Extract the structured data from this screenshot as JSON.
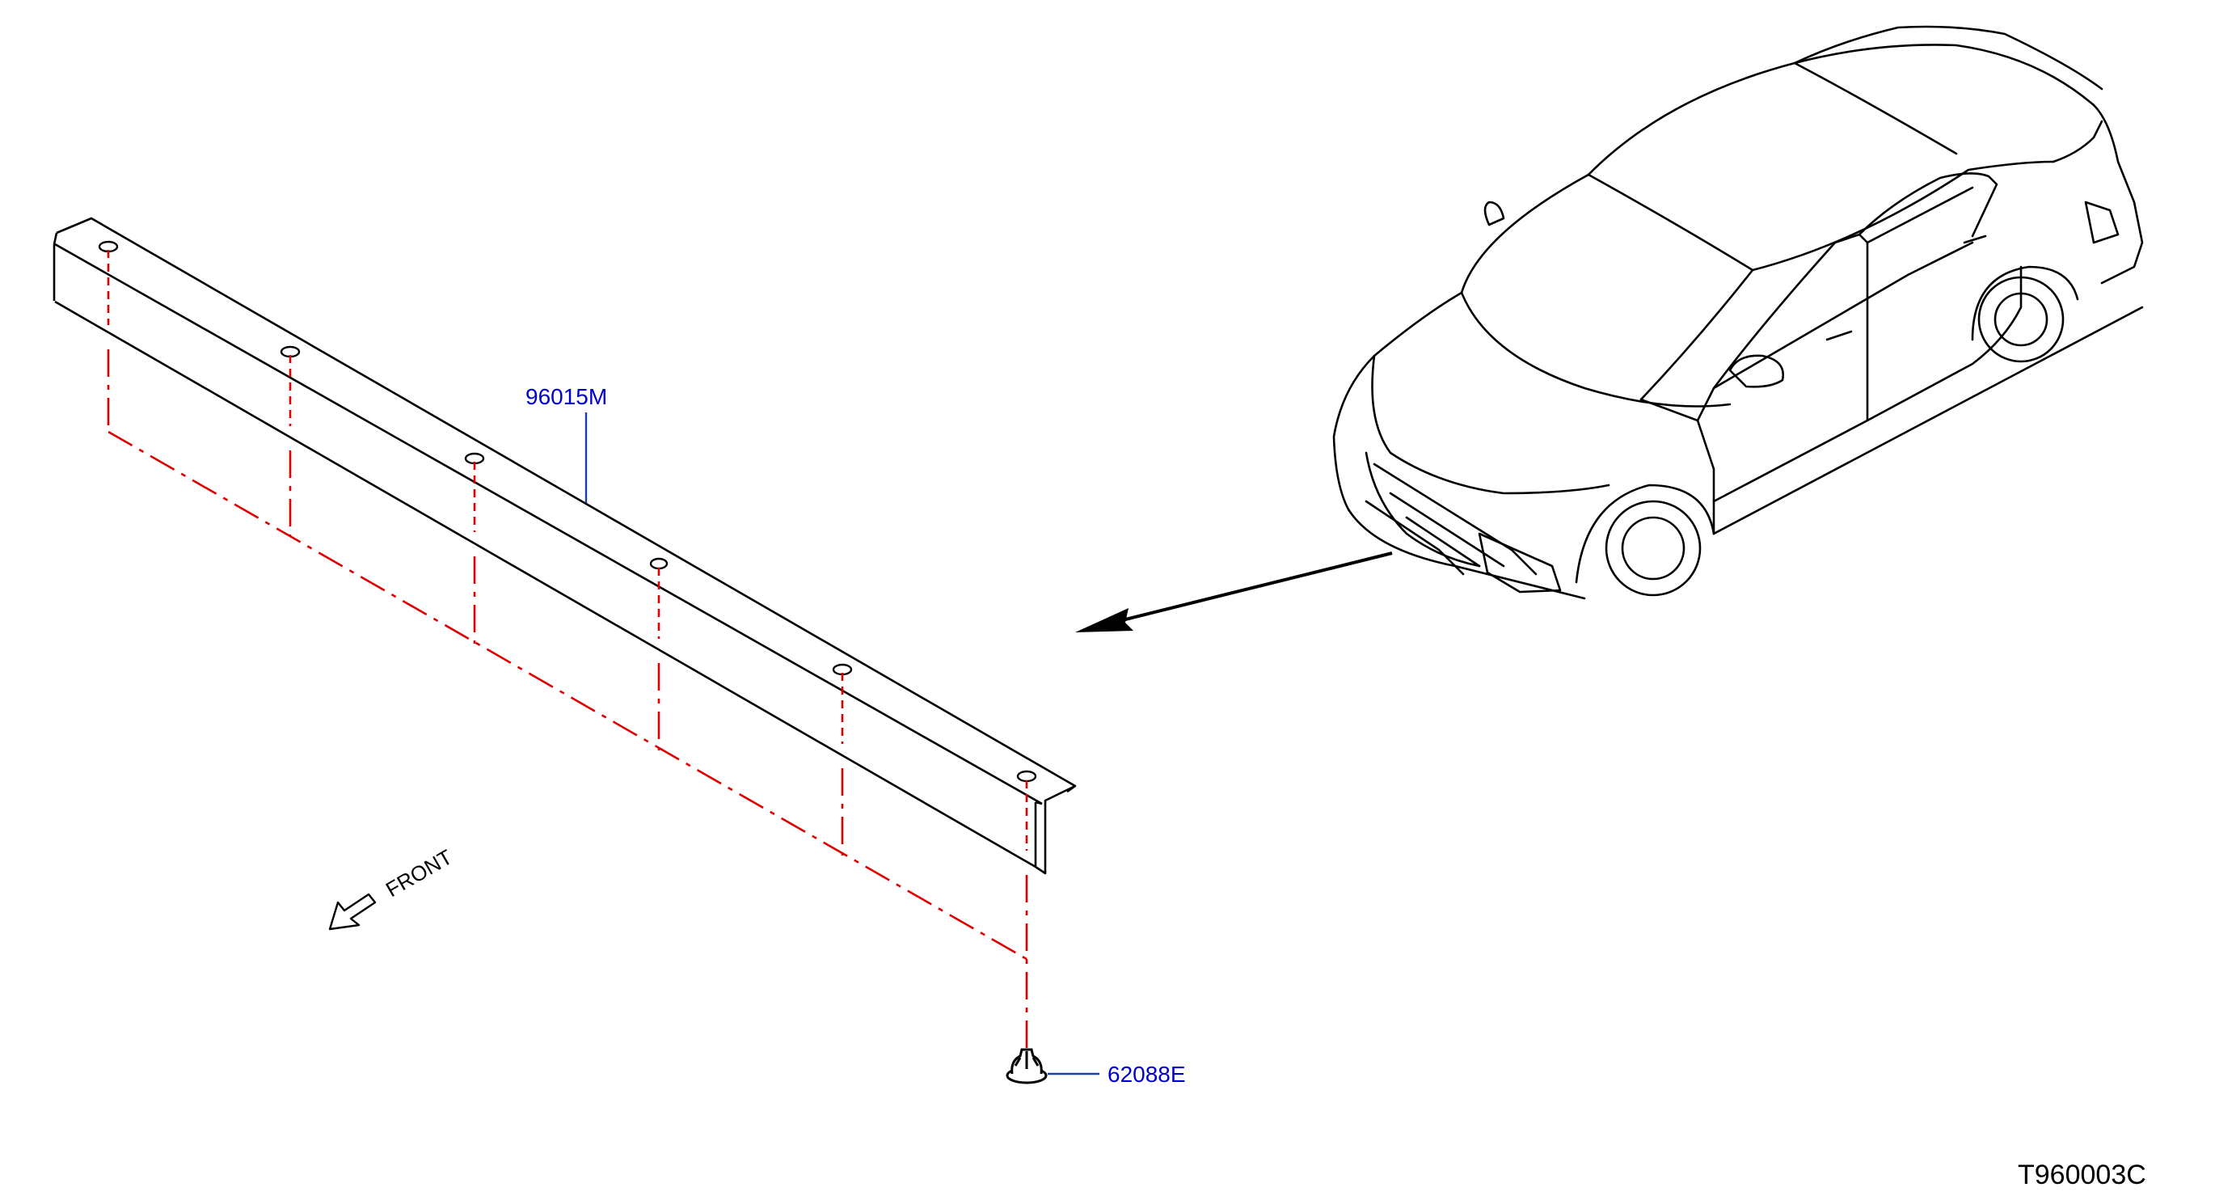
{
  "parts": [
    {
      "number": "96015M"
    },
    {
      "number": "62088E"
    }
  ],
  "direction_label": "FRONT",
  "drawing_code": "T960003C",
  "colors": {
    "callout_text": "#0000CC",
    "leader_line": "#1F3FA0",
    "fastener_path": "#E00000",
    "line_art": "#000000"
  },
  "icons": {
    "direction": "front-arrow-icon",
    "vehicle": "sedan-car-icon",
    "fastener": "clip-icon"
  }
}
